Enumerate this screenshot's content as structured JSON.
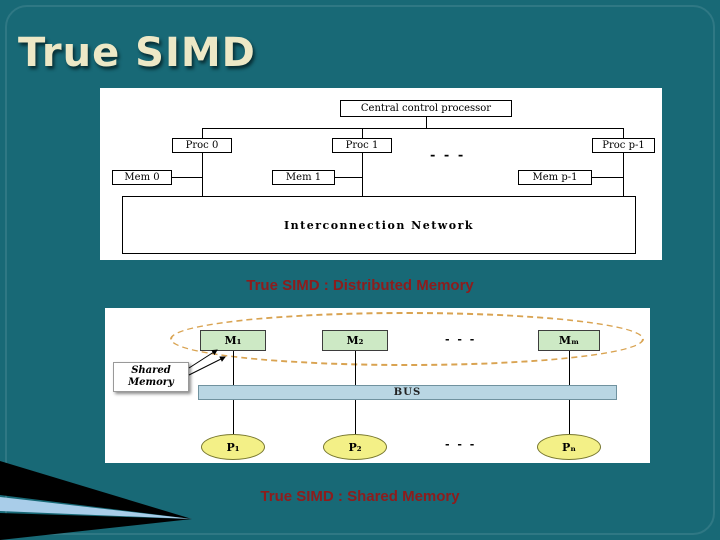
{
  "slide": {
    "title": "True SIMD"
  },
  "distributed": {
    "caption": "True SIMD : Distributed Memory",
    "central_processor": "Central control processor",
    "processors": [
      "Proc 0",
      "Proc 1",
      "Proc p-1"
    ],
    "memories": [
      "Mem 0",
      "Mem 1",
      "Mem p-1"
    ],
    "ellipsis": "- - -",
    "network": "Interconnection Network"
  },
  "shared": {
    "caption": "True SIMD : Shared Memory",
    "memory_cloud_label": "Shared Memory",
    "memories": [
      "M₁",
      "M₂",
      "Mₘ"
    ],
    "bus_label": "BUS",
    "processors": [
      "P₁",
      "P₂",
      "Pₙ"
    ],
    "ellipsis": "- - -"
  },
  "colors": {
    "slide_background": "#186976",
    "title_text": "#EDE8C6",
    "caption_text": "#8E1C1C",
    "memory_box_fill": "#CDE9C5",
    "bus_fill": "#B9D6E3",
    "processor_fill": "#F3F087",
    "shared_cloud_dash": "#D9A351",
    "decoration_blue": "#A9CDE9"
  }
}
